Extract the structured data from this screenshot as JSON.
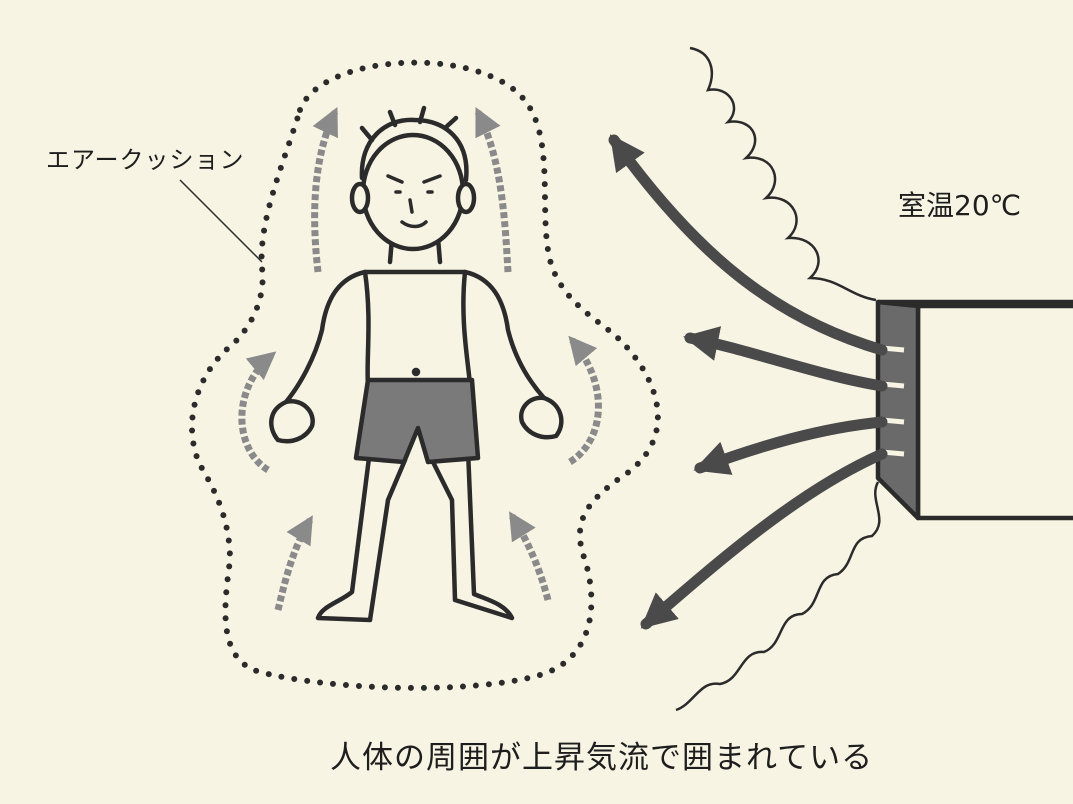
{
  "labels": {
    "air_cushion": "エアークッション",
    "room_temperature": "室温20℃",
    "caption": "人体の周囲が上昇気流で囲まれている"
  },
  "colors": {
    "background": "#f7f4e4",
    "ink": "#2b2b2b",
    "airflow_arrow": "#8a8a8a",
    "aircon_arrow": "#4a4a4a",
    "shorts": "#7a7a7a"
  }
}
